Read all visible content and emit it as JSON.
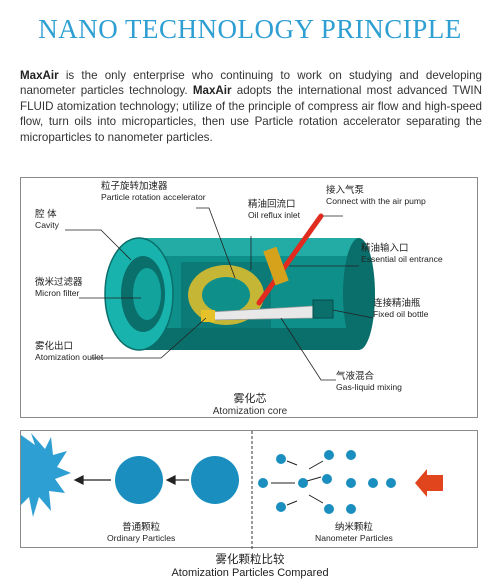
{
  "title": "NANO TECHNOLOGY PRINCIPLE",
  "intro": {
    "brand_1": "MaxAir",
    "text_1": " is the only enterprise who continuing to work on studying and developing nanometer particles technology. ",
    "brand_2": "MaxAir",
    "text_2": " adopts the international most advanced TWIN FLUID atomization technology; utilize of the principle of compress air flow and high-speed flow, turn oils into microparticles, then use Particle rotation accelerator separating the microparticles to nanometer particles."
  },
  "core_diagram": {
    "labels": {
      "accelerator": {
        "zh": "粒子旋转加速器",
        "en": "Particle rotation accelerator"
      },
      "cavity": {
        "zh": "腔 体",
        "en": "Cavity"
      },
      "oil_reflux": {
        "zh": "精油回流口",
        "en": "Oil reflux inlet"
      },
      "air_pump": {
        "zh": "接入气泵",
        "en": "Connect with the air pump"
      },
      "oil_entrance": {
        "zh": "精油输入口",
        "en": "Essential oil entrance"
      },
      "micron_filter": {
        "zh": "微米过滤器",
        "en": "Micron filter"
      },
      "fixed_bottle": {
        "zh": "连接精油瓶",
        "en": "Fixed oil bottle"
      },
      "outlet": {
        "zh": "雾化出口",
        "en": "Atomization outlet"
      },
      "gas_liquid": {
        "zh": "气液混合",
        "en": "Gas-liquid mixing"
      }
    },
    "caption": {
      "zh": "雾化芯",
      "en": "Atomization core"
    },
    "colors": {
      "body": "#0f8f8a",
      "body_dark": "#0a6e6b",
      "face": "#19b3ad",
      "accent": "#e6c22a",
      "red": "#e02b1e"
    }
  },
  "comparison": {
    "ordinary": {
      "zh": "普通颗粒",
      "en": "Ordinary Particles"
    },
    "nano": {
      "zh": "纳米颗粒",
      "en": "Nanometer Particles"
    },
    "caption": {
      "zh": "雾化颗粒比较",
      "en": "Atomization Particles Compared"
    },
    "colors": {
      "particle": "#1a8fbf",
      "spray": "#2e9fd3",
      "arrow_red": "#e0451e"
    }
  }
}
